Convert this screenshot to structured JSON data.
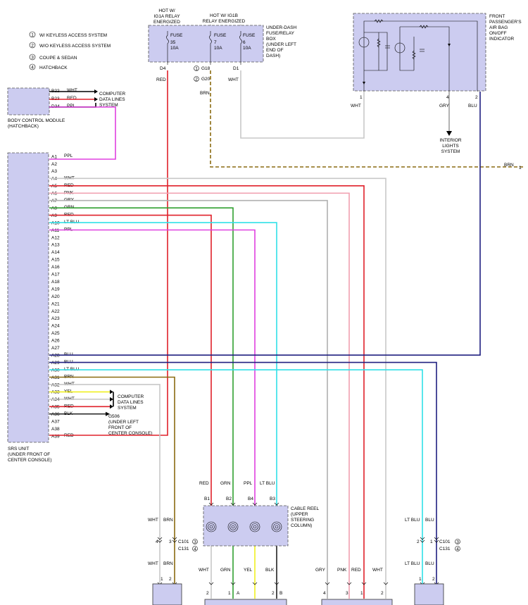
{
  "notes": [
    {
      "num": "1",
      "text": "W/ KEYLESS ACCESS SYSTEM"
    },
    {
      "num": "2",
      "text": "W/O KEYLESS ACCESS SYSTEM"
    },
    {
      "num": "3",
      "text": "COUPE & SEDAN"
    },
    {
      "num": "4",
      "text": "HATCHBACK"
    }
  ],
  "hot1": [
    "HOT W/",
    "IG1A RELAY",
    "ENERGIZED"
  ],
  "hot2": [
    "HOT W/ IG1B",
    "RELAY ENERGIZED"
  ],
  "fuses": [
    {
      "name": "FUSE",
      "num": "35",
      "amp": "10A"
    },
    {
      "name": "FUSE",
      "num": "7",
      "amp": "10A"
    },
    {
      "name": "FUSE",
      "num": "6",
      "amp": "10A"
    }
  ],
  "fuse_box": [
    "UNDER-DASH",
    "FUSE/RELAY",
    "BOX",
    "(UNDER LEFT",
    "END OF",
    "DASH)"
  ],
  "fuse_pins": {
    "d4": "D4",
    "g18": "G18",
    "g20": "G20",
    "d1": "D1",
    "n1": "1",
    "n2": "2"
  },
  "fuse_wires": {
    "red": "RED",
    "brn": "BRN",
    "wht": "WHT"
  },
  "airbag": {
    "name": [
      "FRONT",
      "PASSENGER'S",
      "AIR BAG",
      "ON/OFF",
      "INDICATOR"
    ],
    "pins": [
      "1",
      "4",
      "2"
    ],
    "wires": [
      "WHT",
      "GRY",
      "BLU"
    ]
  },
  "interior": [
    "INTERIOR",
    "LIGHTS",
    "SYSTEM"
  ],
  "brn_right": {
    "label": "BRN",
    "num": "1"
  },
  "bcm": {
    "name": [
      "BODY CONTROL MODULE",
      "(HATCHBACK)"
    ],
    "pins": [
      {
        "pin": "B22",
        "wire": "WHT"
      },
      {
        "pin": "B23",
        "wire": "RED"
      },
      {
        "pin": "D34",
        "wire": "PPL"
      }
    ],
    "cdl": [
      "COMPUTER",
      "DATA LINES",
      "SYSTEM"
    ]
  },
  "srs": {
    "name": [
      "SRS UNIT",
      "(UNDER FRONT OF",
      "CENTER CONSOLE)"
    ],
    "pins": [
      {
        "pin": "A1",
        "wire": "PPL"
      },
      {
        "pin": "A2",
        "wire": ""
      },
      {
        "pin": "A3",
        "wire": ""
      },
      {
        "pin": "A4",
        "wire": "WHT"
      },
      {
        "pin": "A5",
        "wire": "RED"
      },
      {
        "pin": "A6",
        "wire": "PNK"
      },
      {
        "pin": "A7",
        "wire": "GRY"
      },
      {
        "pin": "A8",
        "wire": "GRN"
      },
      {
        "pin": "A9",
        "wire": "RED"
      },
      {
        "pin": "A10",
        "wire": "LT BLU"
      },
      {
        "pin": "A11",
        "wire": "PPL"
      },
      {
        "pin": "A12",
        "wire": ""
      },
      {
        "pin": "A13",
        "wire": ""
      },
      {
        "pin": "A14",
        "wire": ""
      },
      {
        "pin": "A15",
        "wire": ""
      },
      {
        "pin": "A16",
        "wire": ""
      },
      {
        "pin": "A17",
        "wire": ""
      },
      {
        "pin": "A18",
        "wire": ""
      },
      {
        "pin": "A19",
        "wire": ""
      },
      {
        "pin": "A20",
        "wire": ""
      },
      {
        "pin": "A21",
        "wire": ""
      },
      {
        "pin": "A22",
        "wire": ""
      },
      {
        "pin": "A23",
        "wire": ""
      },
      {
        "pin": "A24",
        "wire": ""
      },
      {
        "pin": "A25",
        "wire": ""
      },
      {
        "pin": "A26",
        "wire": ""
      },
      {
        "pin": "A27",
        "wire": ""
      },
      {
        "pin": "A28",
        "wire": "BLU"
      },
      {
        "pin": "A29",
        "wire": "BLU"
      },
      {
        "pin": "A30",
        "wire": "LT BLU"
      },
      {
        "pin": "A31",
        "wire": "BRN"
      },
      {
        "pin": "A32",
        "wire": "WHT"
      },
      {
        "pin": "A33",
        "wire": "YEL"
      },
      {
        "pin": "A34",
        "wire": "WHT"
      },
      {
        "pin": "A35",
        "wire": "RED"
      },
      {
        "pin": "A36",
        "wire": "BLK"
      },
      {
        "pin": "A37",
        "wire": ""
      },
      {
        "pin": "A38",
        "wire": ""
      },
      {
        "pin": "A39",
        "wire": "RED"
      }
    ],
    "cdl": [
      "COMPUTER",
      "DATA LINES",
      "SYSTEM"
    ],
    "ground": [
      "G506",
      "(UNDER LEFT",
      "FRONT OF",
      "CENTER CONSOLE)"
    ]
  },
  "cable_reel": {
    "name": [
      "CABLE REEL",
      "(UPPER",
      "STEERING",
      "COLUMN)"
    ],
    "pins": [
      "B1",
      "B2",
      "B4",
      "B3"
    ],
    "wires_top": [
      "RED",
      "GRN",
      "PPL",
      "LT BLU"
    ],
    "wires_bottom": [
      "WHT",
      "GRN",
      "YEL",
      "BLK"
    ]
  },
  "connector_left": {
    "wires_top": [
      "WHT",
      "BRN"
    ],
    "pins": [
      "4",
      "3"
    ],
    "conn": [
      "C101",
      "C131"
    ],
    "notes": [
      "3",
      "4"
    ],
    "wires_bottom": [
      "WHT",
      "BRN"
    ],
    "bottom_pins": [
      "1",
      "2"
    ]
  },
  "connector_right": {
    "wires_top": [
      "LT BLU",
      "BLU"
    ],
    "pins": [
      "2",
      "1"
    ],
    "conn": [
      "C101",
      "C131"
    ],
    "notes": [
      "3",
      "4"
    ],
    "wires_bottom": [
      "LT BLU",
      "BLU"
    ],
    "bottom_pins": [
      "1",
      "2"
    ]
  },
  "bottom_mid1_pins": [
    "2",
    "1",
    "A",
    "2",
    "B"
  ],
  "bottom_mid2": {
    "wires": [
      "GRY",
      "PNK",
      "RED",
      "WHT"
    ],
    "pins": [
      "4",
      "3",
      "1",
      "2"
    ]
  },
  "colors": {
    "red": "#e0202a",
    "pnk": "#f0a0b0",
    "gry": "#b0b0b0",
    "grn": "#30a030",
    "ltblu": "#30e0e8",
    "ppl": "#e040e0",
    "blu": "#202080",
    "brn": "#8a6a10",
    "wht": "#c8c8c8",
    "yel": "#f0f020",
    "blk": "#222222",
    "comp": "#ccccf0"
  }
}
